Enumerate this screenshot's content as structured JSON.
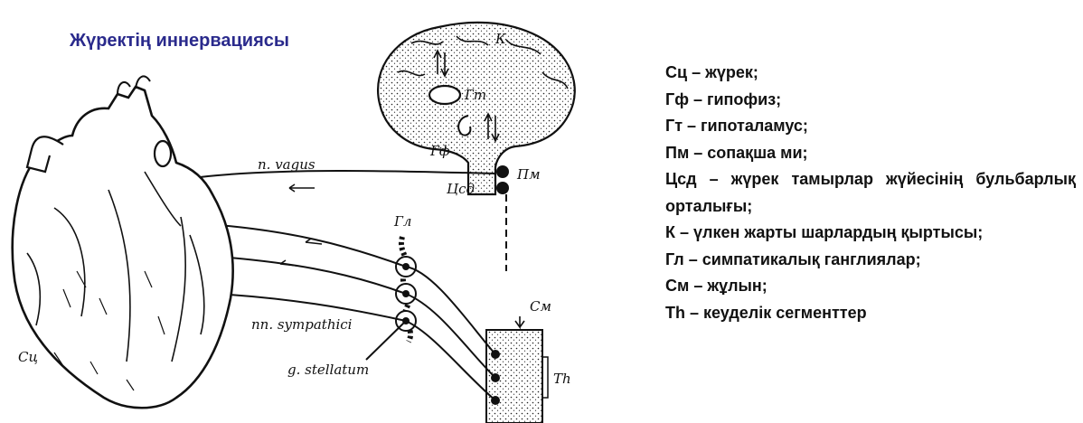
{
  "title": "Жүректің иннервациясы",
  "figure_labels": {
    "cortex": "К",
    "hypothalamus": "Гт",
    "hypophysis": "Гф",
    "medulla": "Пм",
    "cardio_center": "Цсд",
    "vagus": "n. vagus",
    "ganglia": "Гл",
    "sympathetic": "nn. sympathici",
    "stellate": "g. stellatum",
    "spinal_cord": "См",
    "thoracic": "Th",
    "heart": "Сц"
  },
  "legend": [
    "Сц – жүрек;",
    "Гф – гипофиз;",
    "Гт – гипоталамус;",
    "Пм – сопақша ми;",
    "Цсд – жүрек тамырлар жүйесінің бульбарлық орталығы;",
    "К – үлкен жарты шарлардың қыртысы;",
    "Гл – симпатикалық ганглиялар;",
    "См – жұлын;",
    "Th – кеуделік сегменттер"
  ]
}
